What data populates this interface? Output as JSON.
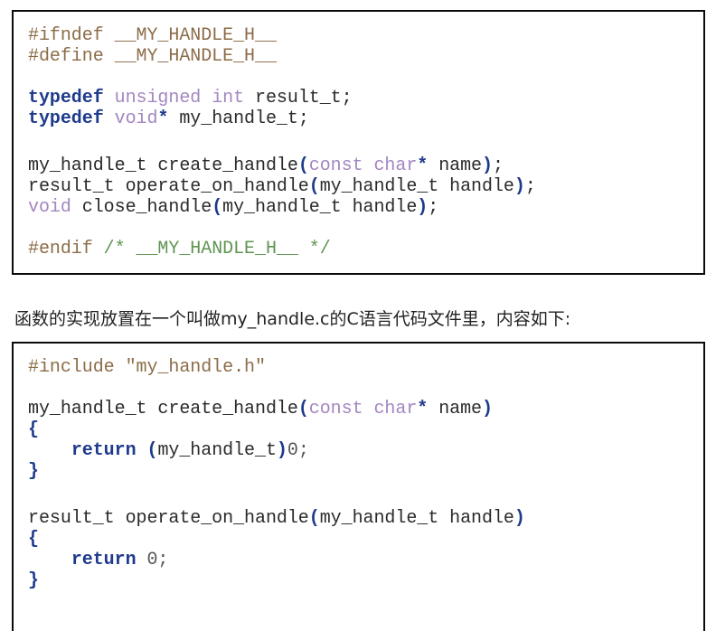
{
  "header_file": {
    "lines": [
      [
        {
          "t": "#ifndef __MY_HANDLE_H__",
          "c": "pp"
        }
      ],
      [
        {
          "t": "#define __MY_HANDLE_H__",
          "c": "pp"
        }
      ],
      [],
      [
        {
          "t": "typedef",
          "c": "kw"
        },
        {
          "t": " ",
          "c": "id"
        },
        {
          "t": "unsigned",
          "c": "type"
        },
        {
          "t": " ",
          "c": "id"
        },
        {
          "t": "int",
          "c": "type"
        },
        {
          "t": " result_t;",
          "c": "id"
        }
      ],
      [
        {
          "t": "typedef",
          "c": "kw"
        },
        {
          "t": " ",
          "c": "id"
        },
        {
          "t": "void",
          "c": "type"
        },
        {
          "t": "*",
          "c": "pn"
        },
        {
          "t": " my_handle_t;",
          "c": "id"
        }
      ],
      [
        "gap-lg"
      ],
      [
        {
          "t": "my_handle_t create_handle",
          "c": "id"
        },
        {
          "t": "(",
          "c": "pn"
        },
        {
          "t": "const",
          "c": "type"
        },
        {
          "t": " ",
          "c": "id"
        },
        {
          "t": "char",
          "c": "type"
        },
        {
          "t": "*",
          "c": "pn"
        },
        {
          "t": " name",
          "c": "id"
        },
        {
          "t": ")",
          "c": "pn"
        },
        {
          "t": ";",
          "c": "id"
        }
      ],
      [
        {
          "t": "result_t operate_on_handle",
          "c": "id"
        },
        {
          "t": "(",
          "c": "pn"
        },
        {
          "t": "my_handle_t handle",
          "c": "id"
        },
        {
          "t": ")",
          "c": "pn"
        },
        {
          "t": ";",
          "c": "id"
        }
      ],
      [
        {
          "t": "void",
          "c": "type"
        },
        {
          "t": " close_handle",
          "c": "id"
        },
        {
          "t": "(",
          "c": "pn"
        },
        {
          "t": "my_handle_t handle",
          "c": "id"
        },
        {
          "t": ")",
          "c": "pn"
        },
        {
          "t": ";",
          "c": "id"
        }
      ],
      [],
      [
        {
          "t": "#endif ",
          "c": "pp"
        },
        {
          "t": "/* __MY_HANDLE_H__ */",
          "c": "cm"
        }
      ]
    ]
  },
  "paragraph": {
    "text": "函数的实现放置在一个叫做my_handle.c的C语言代码文件里，内容如下:"
  },
  "source_file": {
    "lines": [
      [
        {
          "t": "#include \"my_handle.h\"",
          "c": "pp"
        }
      ],
      [],
      [
        {
          "t": "my_handle_t create_handle",
          "c": "id"
        },
        {
          "t": "(",
          "c": "pn"
        },
        {
          "t": "const",
          "c": "type"
        },
        {
          "t": " ",
          "c": "id"
        },
        {
          "t": "char",
          "c": "type"
        },
        {
          "t": "*",
          "c": "pn"
        },
        {
          "t": " name",
          "c": "id"
        },
        {
          "t": ")",
          "c": "pn"
        }
      ],
      [
        {
          "t": "{",
          "c": "pn"
        }
      ],
      [
        {
          "t": "    ",
          "c": "id"
        },
        {
          "t": "return",
          "c": "kw"
        },
        {
          "t": " ",
          "c": "id"
        },
        {
          "t": "(",
          "c": "pn"
        },
        {
          "t": "my_handle_t",
          "c": "id"
        },
        {
          "t": ")",
          "c": "pn"
        },
        {
          "t": "0;",
          "c": "num"
        }
      ],
      [
        {
          "t": "}",
          "c": "pn"
        }
      ],
      [
        "gap-lg"
      ],
      [
        {
          "t": "result_t operate_on_handle",
          "c": "id"
        },
        {
          "t": "(",
          "c": "pn"
        },
        {
          "t": "my_handle_t handle",
          "c": "id"
        },
        {
          "t": ")",
          "c": "pn"
        }
      ],
      [
        {
          "t": "{",
          "c": "pn"
        }
      ],
      [
        {
          "t": "    ",
          "c": "id"
        },
        {
          "t": "return",
          "c": "kw"
        },
        {
          "t": " ",
          "c": "id"
        },
        {
          "t": "0;",
          "c": "num"
        }
      ],
      [
        {
          "t": "}",
          "c": "pn"
        }
      ]
    ]
  },
  "colors": {
    "keyword": "#1e3a8c",
    "type": "#a386c0",
    "preprocessor": "#8c6c48",
    "comment": "#5e9450",
    "text": "#2a2a2a",
    "border": "#0a0a0a"
  }
}
